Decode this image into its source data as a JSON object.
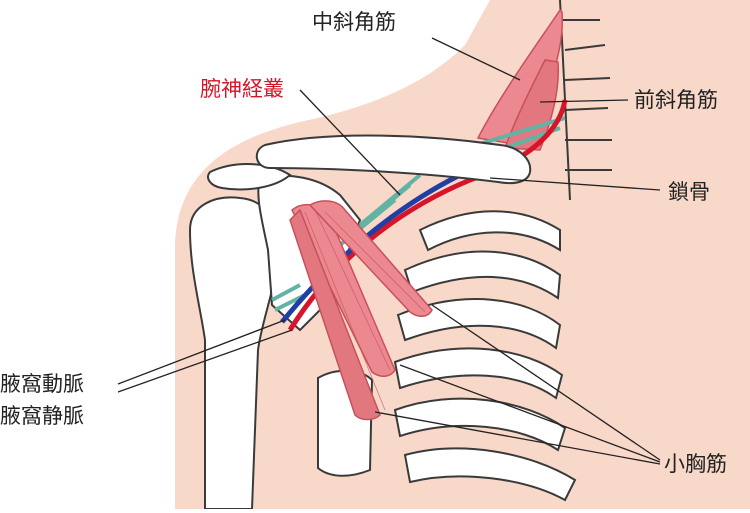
{
  "labels": {
    "middle_scalene": "中斜角筋",
    "brachial_plexus": "腕神経叢",
    "anterior_scalene": "前斜角筋",
    "clavicle": "鎖骨",
    "axillary_artery": "腋窩動脈",
    "axillary_vein": "腋窩静脈",
    "pectoralis_minor": "小胸筋"
  },
  "colors": {
    "skin": "#f8d8c8",
    "bone_fill": "#ffffff",
    "bone_outline": "#3a3a3a",
    "muscle": "#eb8890",
    "muscle_line": "#c8505c",
    "nerve": "#62b3a4",
    "artery": "#d7152a",
    "vein": "#1f3fa5",
    "label_highlight": "#d7152a"
  }
}
